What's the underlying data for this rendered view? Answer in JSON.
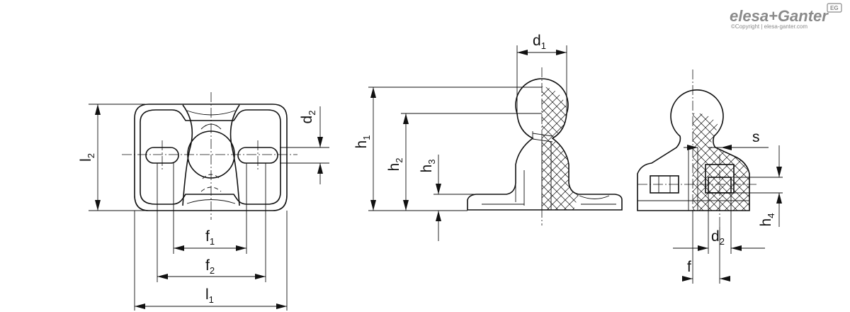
{
  "logo": {
    "brand_text": "elesa+Ganter",
    "badge_text": "EG",
    "copyright": "©Copyright | elesa-ganter.com"
  },
  "dimensions": {
    "l1": {
      "main": "l",
      "sub": "1"
    },
    "l2": {
      "main": "l",
      "sub": "2"
    },
    "f1": {
      "main": "f",
      "sub": "1"
    },
    "f2": {
      "main": "f",
      "sub": "2"
    },
    "d1": {
      "main": "d",
      "sub": "1"
    },
    "d2_top": {
      "main": "d",
      "sub": "2"
    },
    "d2_side": {
      "main": "d",
      "sub": "2"
    },
    "h1": {
      "main": "h",
      "sub": "1"
    },
    "h2": {
      "main": "h",
      "sub": "2"
    },
    "h3": {
      "main": "h",
      "sub": "3"
    },
    "h4": {
      "main": "h",
      "sub": "4"
    },
    "s": {
      "main": "s"
    },
    "f": {
      "main": "f"
    }
  }
}
